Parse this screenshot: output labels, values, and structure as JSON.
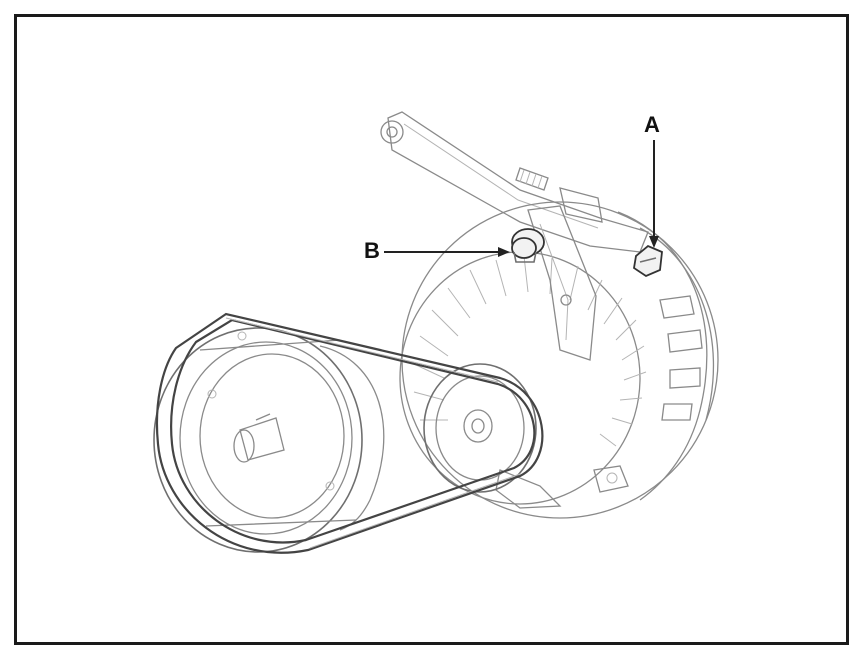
{
  "labels": {
    "a": "A",
    "b": "B"
  },
  "parts": {
    "a": "bolt",
    "b": "bolt"
  },
  "colors": {
    "border": "#1a1a1a",
    "line": "#8a8a8a",
    "leader": "#222222"
  }
}
